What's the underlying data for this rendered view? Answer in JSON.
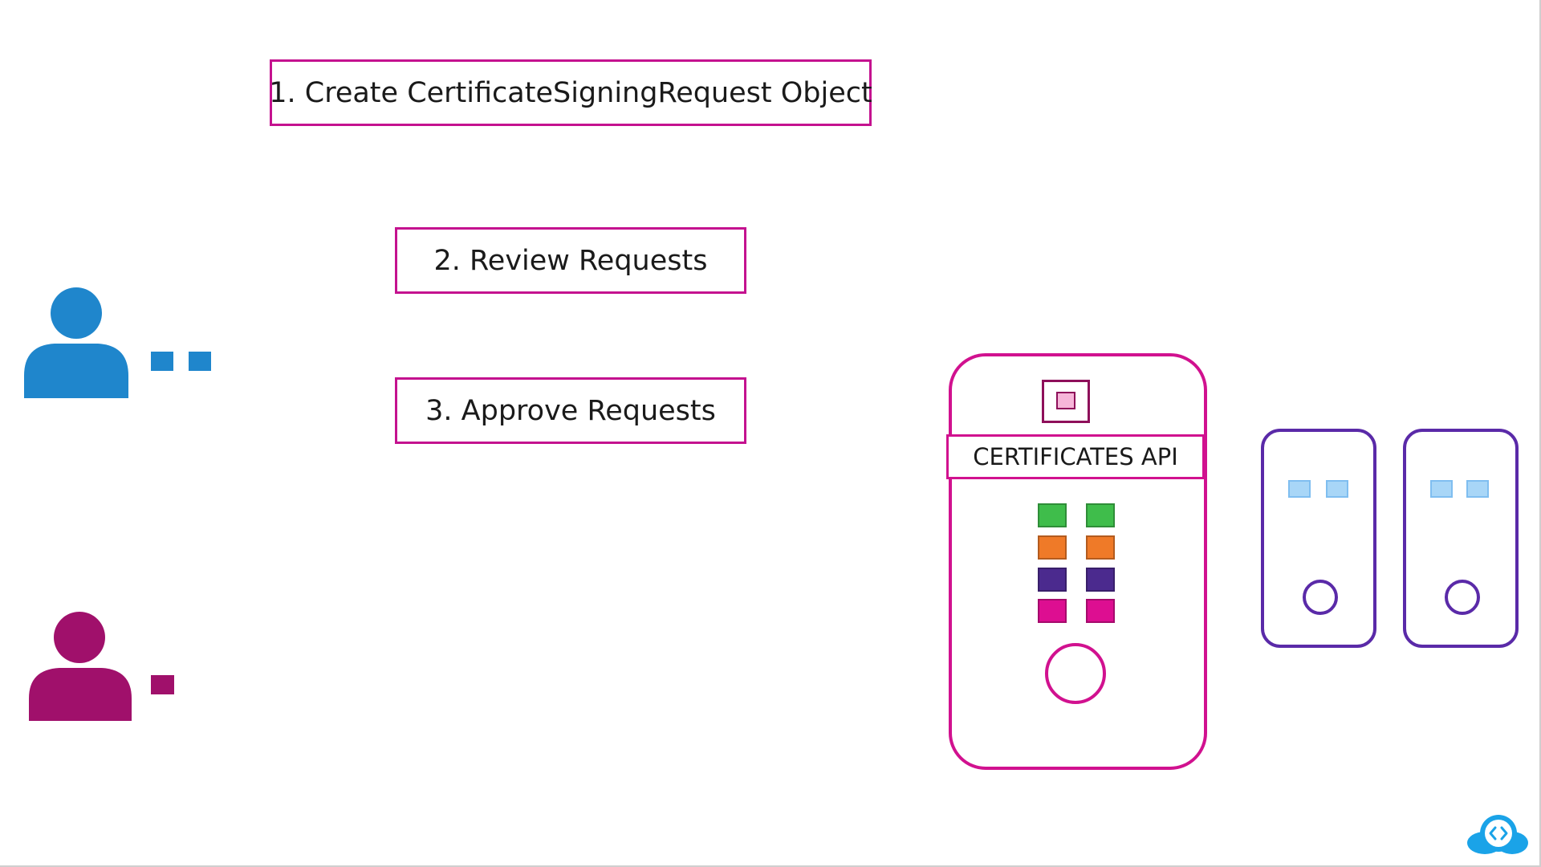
{
  "steps": [
    {
      "label": "1. Create CertificateSigningRequest Object"
    },
    {
      "label": "2. Review Requests"
    },
    {
      "label": "3. Approve Requests"
    }
  ],
  "api": {
    "label": "CERTIFICATES API"
  },
  "colors": {
    "accent": "#d1118f",
    "admin_user": "#1f86cc",
    "new_user": "#a0106b",
    "worker_border": "#5a2aa8",
    "worker_square": "#a8d6f7",
    "cell_green": "#3fbd4b",
    "cell_orange": "#ef7a28",
    "cell_purple": "#4b2a8e",
    "cell_magenta": "#dd0e91"
  },
  "icons": {
    "admin_user": "person-icon",
    "new_user": "person-icon",
    "logo": "cloud-code-icon"
  }
}
